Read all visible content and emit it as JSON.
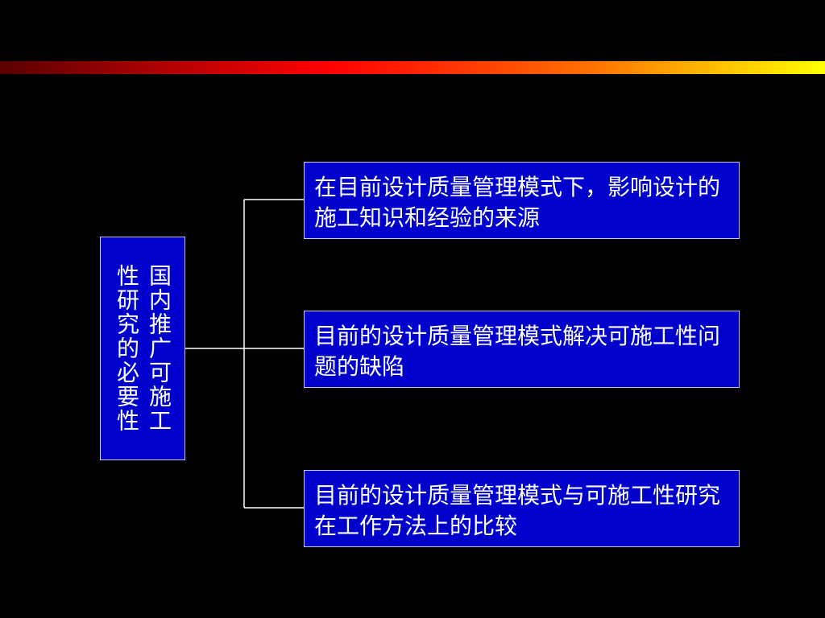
{
  "root": {
    "col_right": "国内推广可施工",
    "col_left": "性研究的必要性"
  },
  "branches": [
    {
      "text": "在目前设计质量管理模式下，影响设计的施工知识和经验的来源"
    },
    {
      "text": "目前的设计质量管理模式解决可施工性问题的缺陷"
    },
    {
      "text": "目前的设计质量管理模式与可施工性研究在工作方法上的比较"
    }
  ],
  "colors": {
    "background": "#000000",
    "box_fill": "#0000cc",
    "box_border": "#c8c8ff",
    "text": "#ffffff",
    "connector": "#ffffff"
  }
}
